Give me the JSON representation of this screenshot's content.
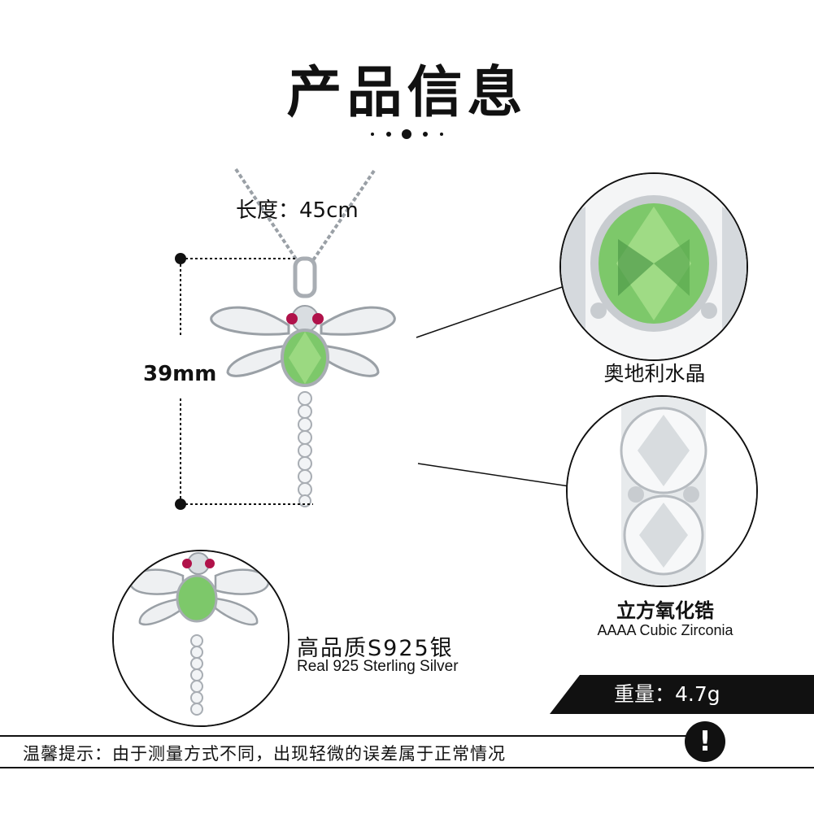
{
  "header": {
    "title": "产品信息"
  },
  "specs": {
    "length": "长度：45cm",
    "height": "39mm",
    "weight": "重量：4.7g"
  },
  "features": {
    "crystal": {
      "label": "奥地利水晶"
    },
    "zircon": {
      "label_cn": "立方氧化锆",
      "label_en": "AAAA Cubic Zirconia"
    },
    "silver": {
      "label_cn": "高品质S925银",
      "label_en": "Real 925 Sterling Silver"
    }
  },
  "footer": {
    "tip": "温馨提示：由于测量方式不同，出现轻微的误差属于正常情况",
    "alert_icon": "!"
  },
  "colors": {
    "crystal_green": "#7dc86a",
    "silver": "#c8ccd0",
    "text": "#111111",
    "accent_ruby": "#b0124a"
  },
  "icons": [
    "dot-divider-icon",
    "exclamation-icon"
  ]
}
